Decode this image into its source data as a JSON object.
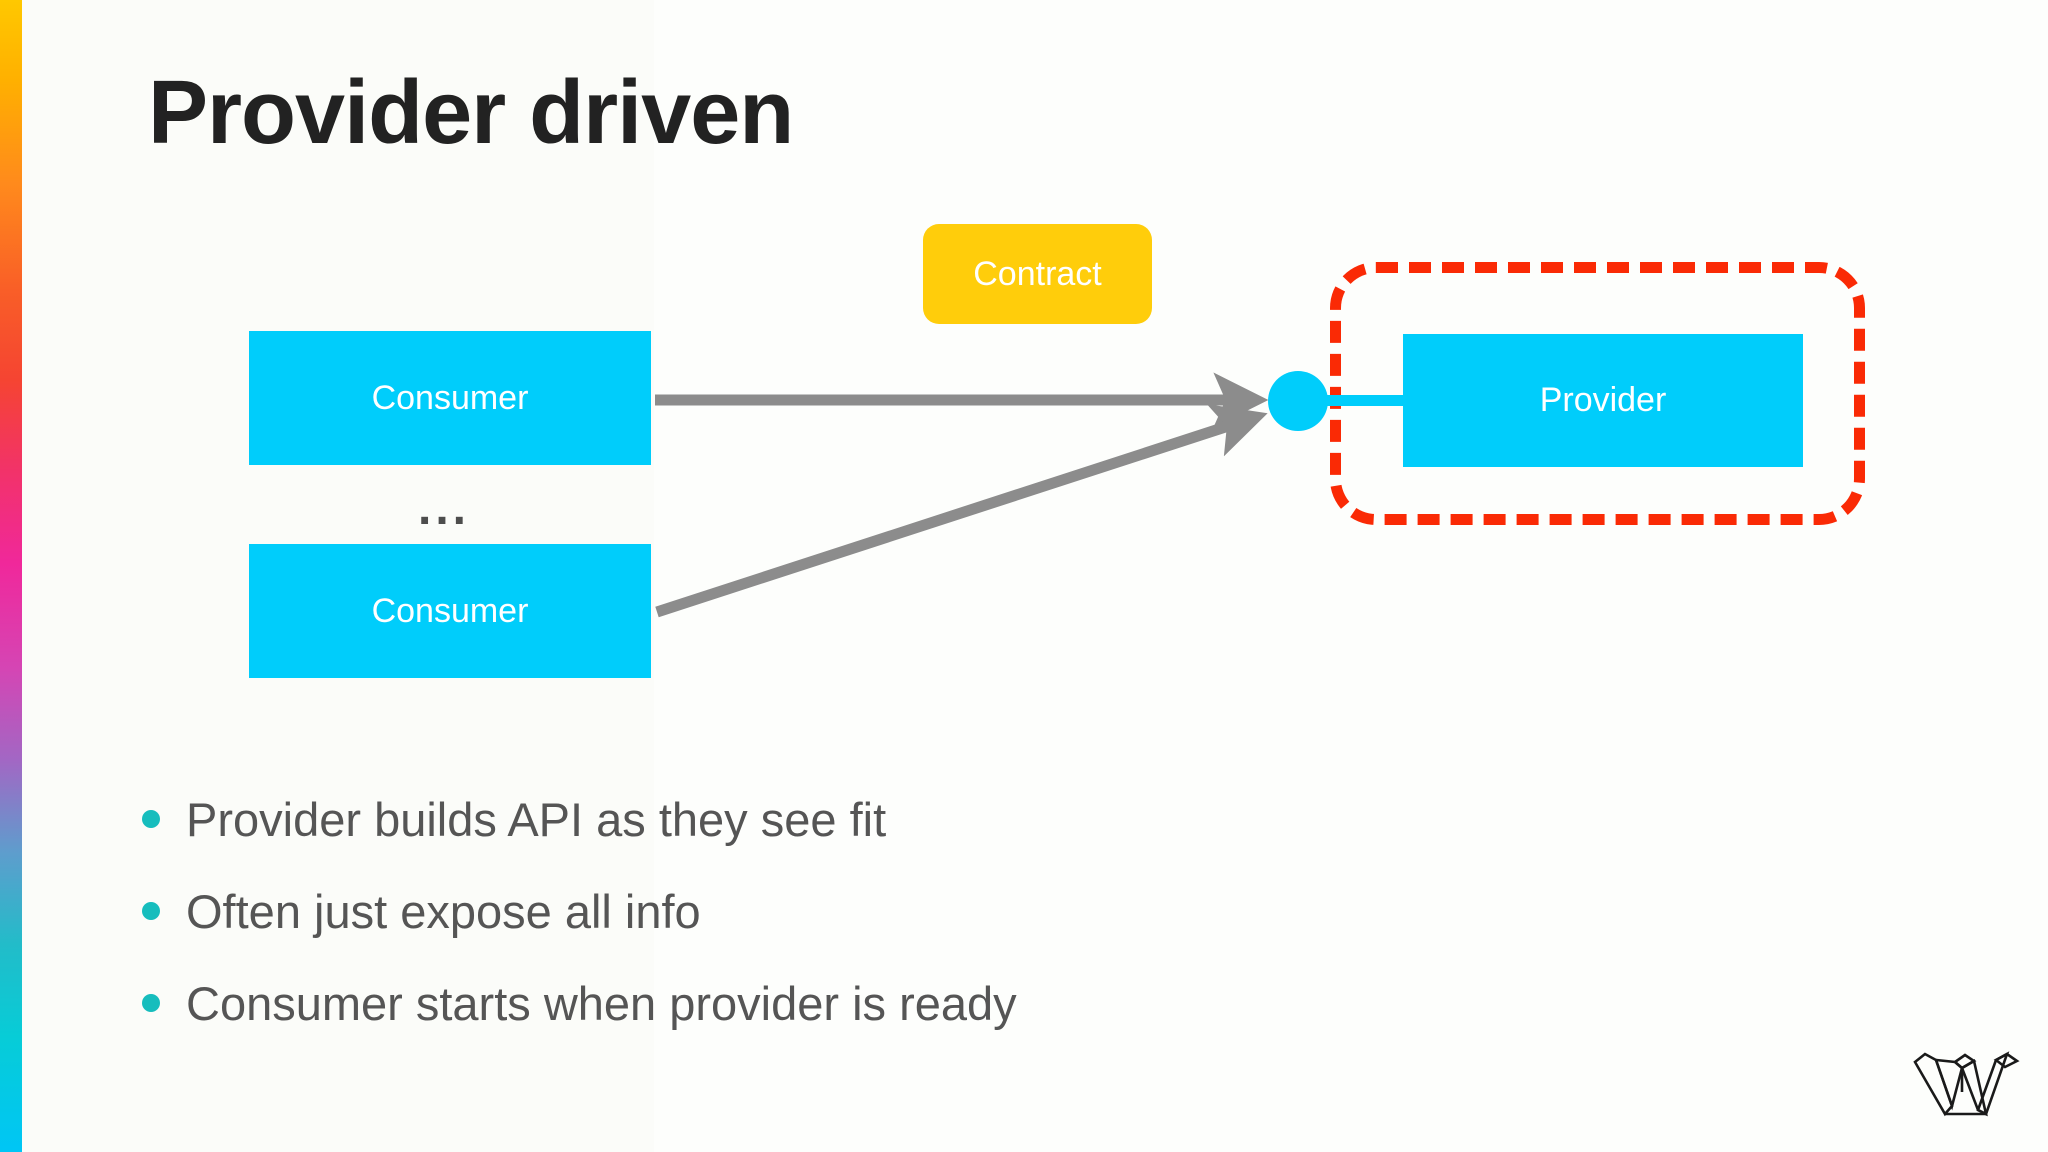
{
  "slide": {
    "title": "Provider driven",
    "background_color": "#ffffff",
    "accent_gradient": [
      "#ffc800",
      "#f95f27",
      "#f0289b",
      "#a267c4",
      "#22bcc9",
      "#00c6f5"
    ]
  },
  "diagram": {
    "consumer_1_label": "Consumer",
    "consumer_2_label": "Consumer",
    "ellipsis_label": "...",
    "contract_label": "Contract",
    "provider_label": "Provider",
    "colors": {
      "node": "#00cdfb",
      "contract": "#ffcd0b",
      "highlight": "#fa2a05",
      "arrow": "#8c8c8c"
    },
    "arrows": [
      {
        "name": "consumer-1-to-provider",
        "from": "Consumer",
        "to": "Provider"
      },
      {
        "name": "consumer-2-to-provider",
        "from": "Consumer",
        "to": "Provider"
      }
    ]
  },
  "bullets": [
    {
      "text": "Provider builds API as they see fit"
    },
    {
      "text": "Often just expose all info"
    },
    {
      "text": "Consumer starts when provider is ready"
    }
  ],
  "logo": {
    "name": "w-logo",
    "color": "#1a1a1a"
  }
}
